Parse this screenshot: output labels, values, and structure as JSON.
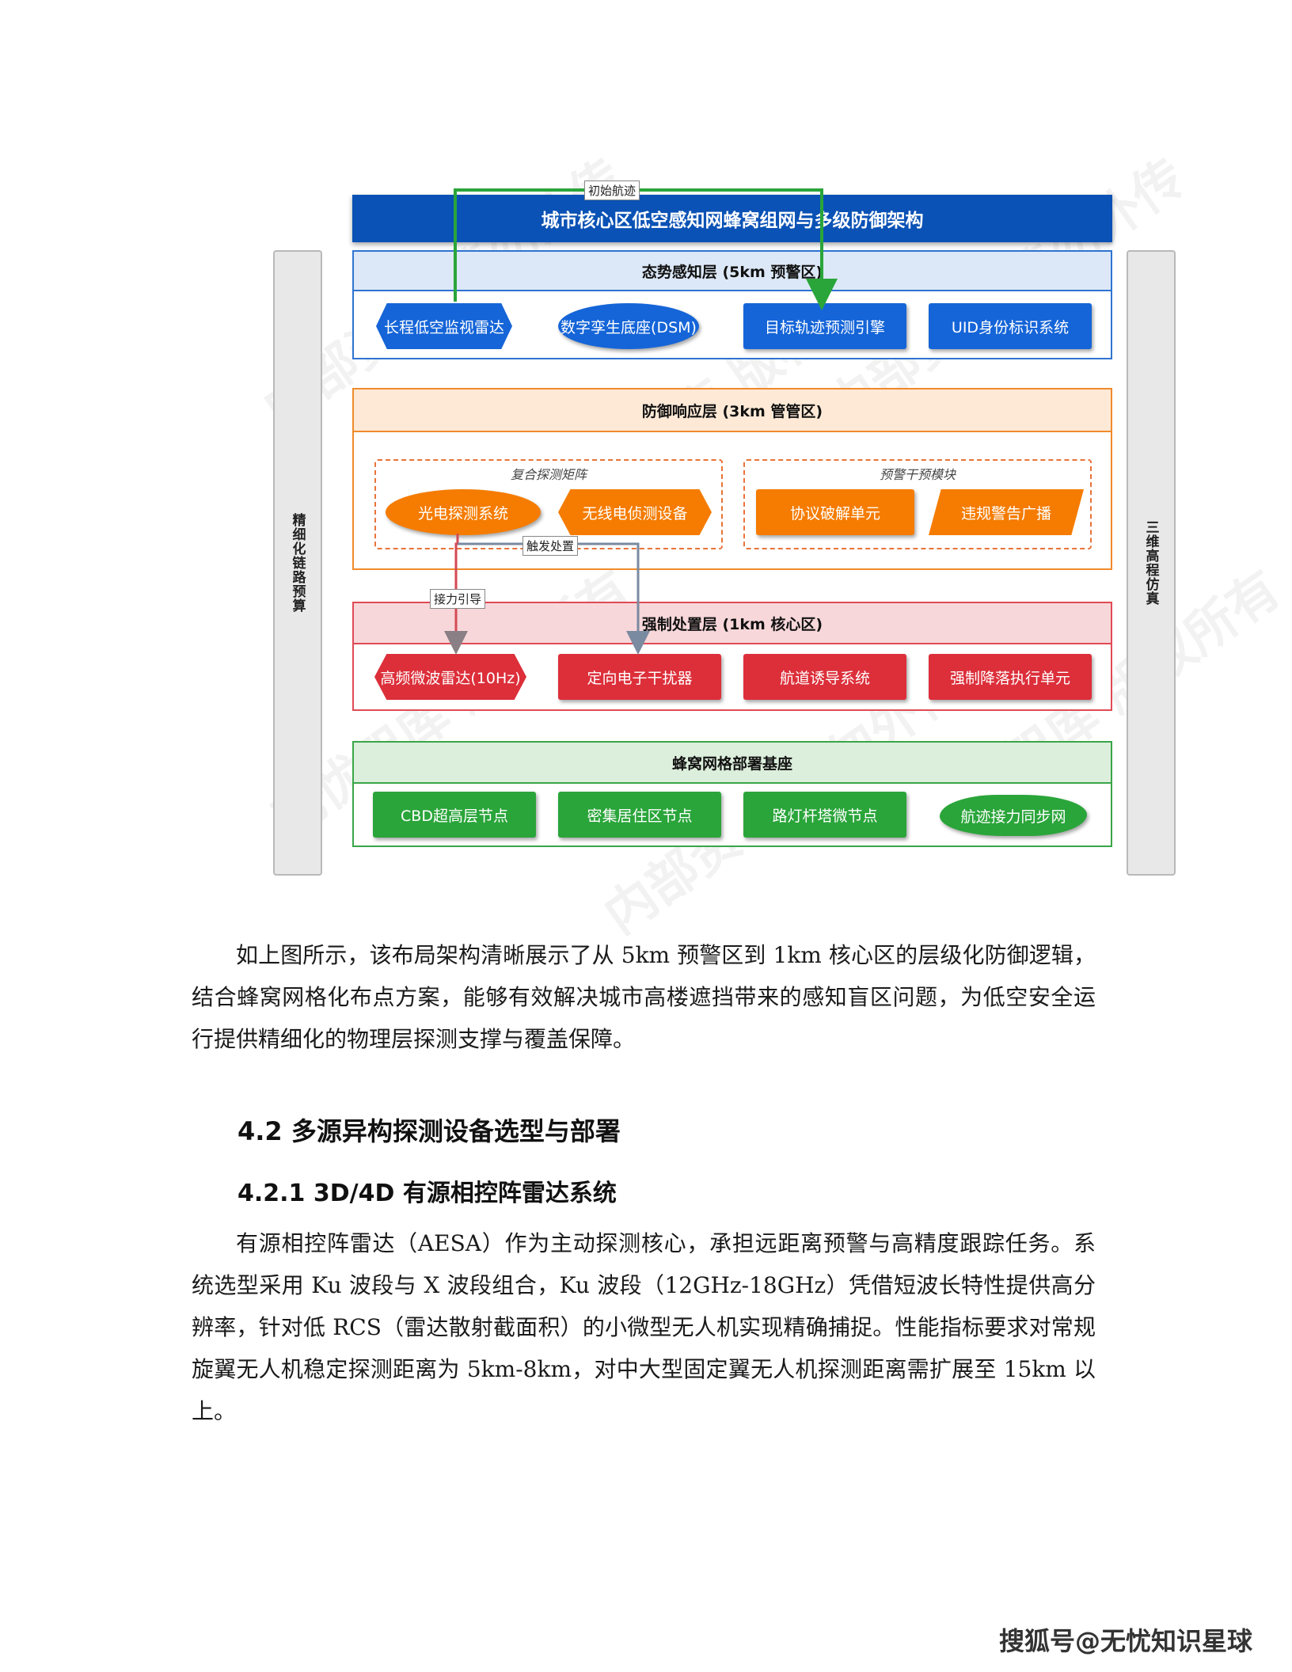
{
  "diagram": {
    "title": "城市核心区低空感知网蜂窝组网与多级防御架构",
    "left_column": "精细化链路预算",
    "right_column": "三维高程仿真",
    "layers": {
      "sensing": {
        "header": "态势感知层 (5km 预警区)",
        "nodes": [
          "长程低空监视雷达",
          "数字孪生底座(DSM)",
          "目标轨迹预测引擎",
          "UID身份标识系统"
        ]
      },
      "response": {
        "header": "防御响应层 (3km 管管区)",
        "group_left_label": "复合探测矩阵",
        "group_right_label": "预警干预模块",
        "nodes": [
          "光电探测系统",
          "无线电侦测设备",
          "协议破解单元",
          "违规警告广播"
        ]
      },
      "disposal": {
        "header": "强制处置层 (1km 核心区)",
        "nodes": [
          "高频微波雷达(10Hz)",
          "定向电子干扰器",
          "航道诱导系统",
          "强制降落执行单元"
        ]
      },
      "base": {
        "header": "蜂窝网格部署基座",
        "nodes": [
          "CBD超高层节点",
          "密集居住区节点",
          "路灯杆塔微节点",
          "航迹接力同步网"
        ]
      }
    },
    "edge_labels": {
      "initial_track": "初始航迹",
      "trigger": "触发处置",
      "relay": "接力引导"
    },
    "colors": {
      "blue": "#1565d8",
      "orange": "#f57c00",
      "red": "#dc2f3a",
      "green": "#2aa53a"
    }
  },
  "body": {
    "paragraph1": "如上图所示，该布局架构清晰展示了从 5km 预警区到 1km 核心区的层级化防御逻辑，结合蜂窝网格化布点方案，能够有效解决城市高楼遮挡带来的感知盲区问题，为低空安全运行提供精细化的物理层探测支撑与覆盖保障。",
    "heading_4_2": "4.2 多源异构探测设备选型与部署",
    "heading_4_2_1": "4.2.1 3D/4D 有源相控阵雷达系统",
    "paragraph2": "有源相控阵雷达（AESA）作为主动探测核心，承担远距离预警与高精度跟踪任务。系统选型采用 Ku 波段与 X 波段组合，Ku 波段（12GHz-18GHz）凭借短波长特性提供高分辨率，针对低 RCS（雷达散射截面积）的小微型无人机实现精确捕捉。性能指标要求对常规旋翼无人机稳定探测距离为 5km-8km，对中大型固定翼无人机探测距离需扩展至 15km 以上。"
  },
  "footer": {
    "watermark": "搜狐号@无忧知识星球"
  }
}
